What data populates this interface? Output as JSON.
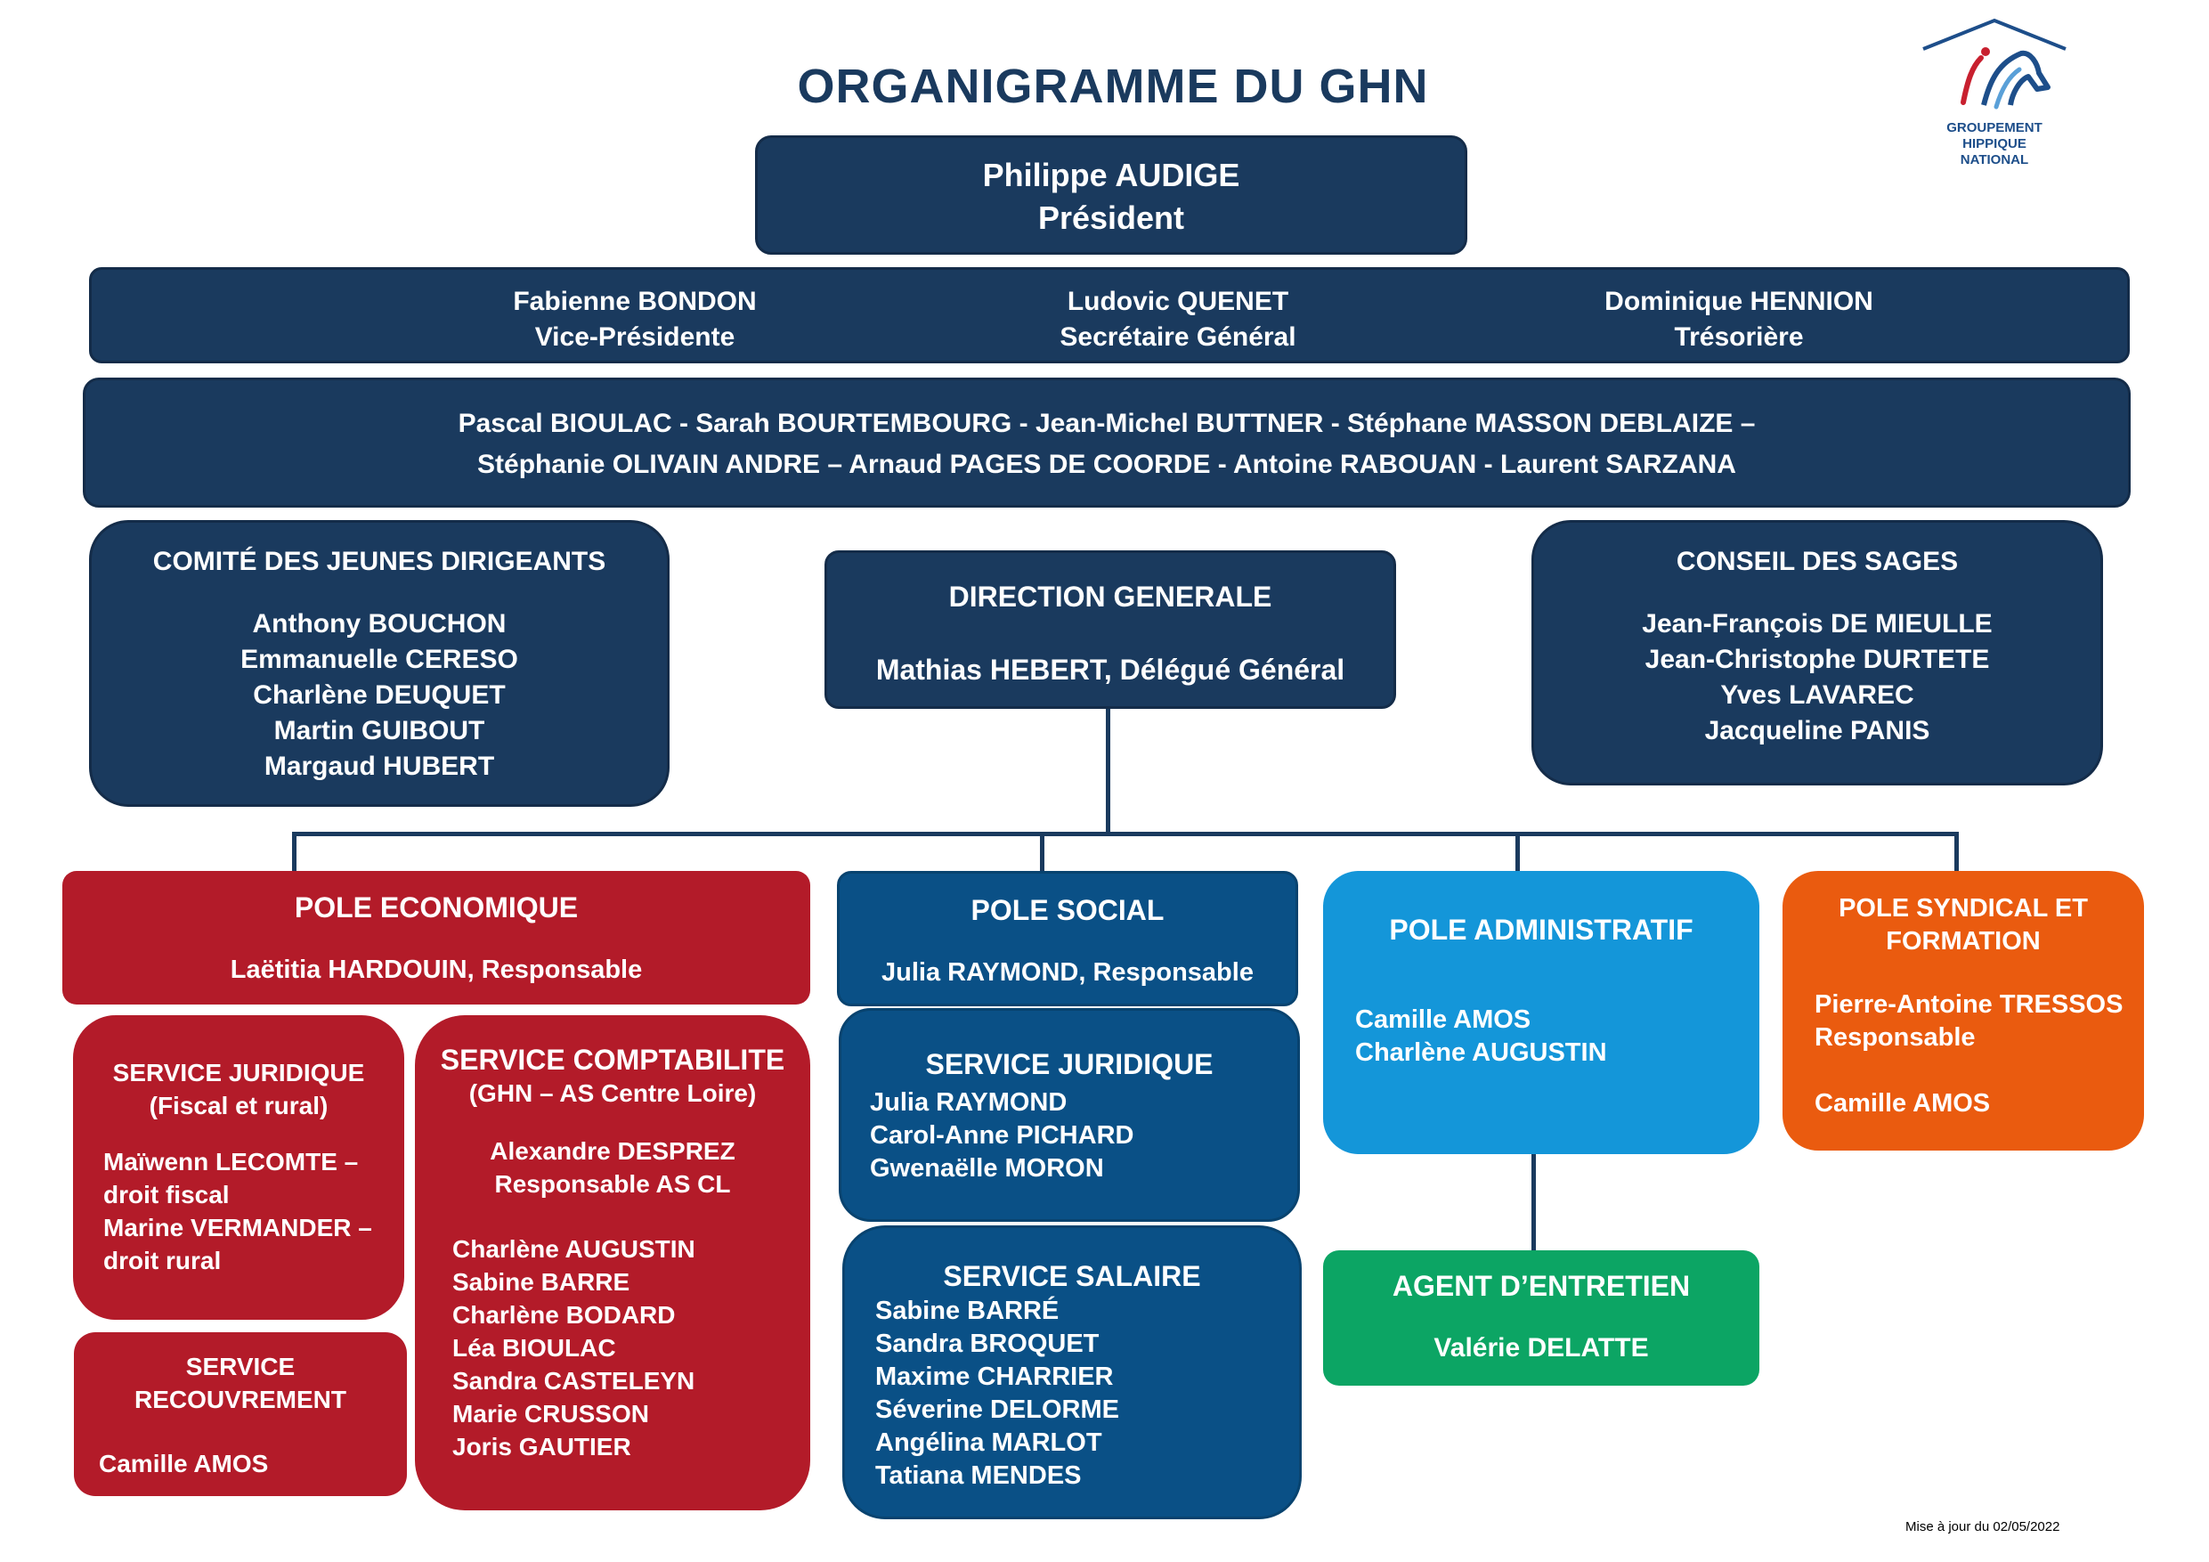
{
  "title": "ORGANIGRAMME DU GHN",
  "logo": {
    "lines": [
      "GROUPEMENT",
      "HIPPIQUE",
      "NATIONAL"
    ]
  },
  "president": {
    "name": "Philippe AUDIGE",
    "role": "Président"
  },
  "officers": [
    {
      "name": "Fabienne BONDON",
      "role": "Vice-Présidente"
    },
    {
      "name": "Ludovic QUENET",
      "role": "Secrétaire Général"
    },
    {
      "name": "Dominique HENNION",
      "role": "Trésorière"
    }
  ],
  "board": {
    "line1": "Pascal BIOULAC - Sarah BOURTEMBOURG - Jean-Michel BUTTNER - Stéphane MASSON DEBLAIZE –",
    "line2": "Stéphanie OLIVAIN ANDRE – Arnaud PAGES DE COORDE - Antoine RABOUAN - Laurent SARZANA"
  },
  "jeunes": {
    "title": "COMITÉ DES JEUNES DIRIGEANTS",
    "members": [
      "Anthony BOUCHON",
      "Emmanuelle CERESO",
      "Charlène DEUQUET",
      "Martin GUIBOUT",
      "Margaud HUBERT"
    ]
  },
  "direction": {
    "title": "DIRECTION GENERALE",
    "person": "Mathias HEBERT, Délégué Général"
  },
  "sages": {
    "title": "CONSEIL DES SAGES",
    "members": [
      "Jean-François DE MIEULLE",
      "Jean-Christophe DURTETE",
      "Yves LAVAREC",
      "Jacqueline PANIS"
    ]
  },
  "pole_eco": {
    "title": "POLE ECONOMIQUE",
    "head": "Laëtitia HARDOUIN, Responsable"
  },
  "serv_jur_eco": {
    "title1": "SERVICE JURIDIQUE",
    "title2": "(Fiscal et rural)",
    "lines": [
      "Maïwenn LECOMTE –",
      "droit fiscal",
      "Marine VERMANDER –",
      "droit rural"
    ]
  },
  "serv_recouv": {
    "title1": "SERVICE",
    "title2": "RECOUVREMENT",
    "member": "Camille AMOS"
  },
  "serv_compta": {
    "title1": "SERVICE COMPTABILITE",
    "title2": "(GHN – AS Centre Loire)",
    "resp1": "Alexandre DESPREZ",
    "resp2": "Responsable AS CL",
    "members": [
      "Charlène AUGUSTIN",
      "Sabine BARRE",
      "Charlène BODARD",
      "Léa BIOULAC",
      "Sandra CASTELEYN",
      "Marie CRUSSON",
      "Joris GAUTIER"
    ]
  },
  "pole_social": {
    "title": "POLE SOCIAL",
    "head": "Julia RAYMOND, Responsable"
  },
  "serv_jur_soc": {
    "title": "SERVICE JURIDIQUE",
    "members": [
      "Julia RAYMOND",
      "Carol-Anne PICHARD",
      "Gwenaëlle MORON"
    ]
  },
  "serv_salaire": {
    "title": "SERVICE SALAIRE",
    "members": [
      "Sabine BARRÉ",
      "Sandra BROQUET",
      "Maxime CHARRIER",
      "Séverine DELORME",
      "Angélina MARLOT",
      "Tatiana MENDES"
    ]
  },
  "pole_admin": {
    "title": "POLE ADMINISTRATIF",
    "members": [
      "Camille AMOS",
      "Charlène AUGUSTIN"
    ]
  },
  "agent": {
    "title": "AGENT D’ENTRETIEN",
    "member": "Valérie DELATTE"
  },
  "pole_synd": {
    "title1": "POLE SYNDICAL ET",
    "title2": "FORMATION",
    "head1": "Pierre-Antoine TRESSOS",
    "head2": "Responsable",
    "member": "Camille AMOS"
  },
  "footnote": "Mise à jour du 02/05/2022",
  "colors": {
    "navy": "#1a3a5e",
    "dark_blue": "#0a5086",
    "light_blue": "#1496d9",
    "red": "#b31b29",
    "orange": "#ea5b0f",
    "green": "#0ca564"
  }
}
